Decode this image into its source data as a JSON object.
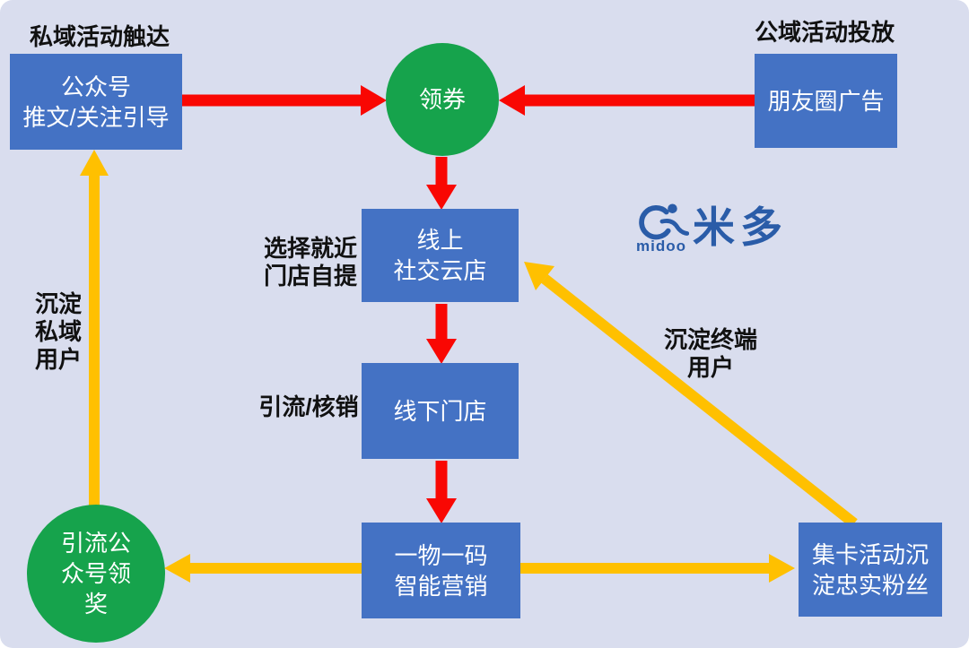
{
  "canvas": {
    "background": "#D9DDEE"
  },
  "colors": {
    "bg": "#D9DDEE",
    "box_blue": "#4472C4",
    "green": "#16A34C",
    "red": "#F90703",
    "yellow": "#FFC000",
    "logo_blue": "#2A5CA8",
    "label_black": "#111111",
    "white": "#FFFFFF"
  },
  "logo": {
    "icon": "midoo-figure-icon",
    "name": "midoo",
    "brand": "米多"
  },
  "labels": {
    "private_activity": "私域活动触达",
    "public_activity": "公域活动投放",
    "pickup": "选择就近\n门店自提",
    "drain_verify": "引流/核销",
    "settle_private": "沉淀\n私域\n用户",
    "settle_terminal": "沉淀终端\n用户"
  },
  "nodes": {
    "official_account": "公众号\n推文/关注引导",
    "moments_ad": "朋友圈广告",
    "coupon": "领券",
    "online_store": "线上\n社交云店",
    "offline_store": "线下门店",
    "smart_marketing": "一物一码\n智能营销",
    "card_collecting": "集卡活动沉\n淀忠实粉丝",
    "prize_account": "引流公\n众号领\n奖"
  },
  "edges": [
    {
      "from": "official_account",
      "to": "coupon",
      "color": "red"
    },
    {
      "from": "moments_ad",
      "to": "coupon",
      "color": "red"
    },
    {
      "from": "coupon",
      "to": "online_store",
      "color": "red"
    },
    {
      "from": "online_store",
      "to": "offline_store",
      "color": "red"
    },
    {
      "from": "offline_store",
      "to": "smart_marketing",
      "color": "red"
    },
    {
      "from": "smart_marketing",
      "to": "prize_account",
      "color": "yellow"
    },
    {
      "from": "smart_marketing",
      "to": "card_collecting",
      "color": "yellow"
    },
    {
      "from": "prize_account",
      "to": "official_account",
      "color": "yellow",
      "label": "settle_private"
    },
    {
      "from": "card_collecting",
      "to": "online_store",
      "color": "yellow",
      "label": "settle_terminal"
    }
  ]
}
